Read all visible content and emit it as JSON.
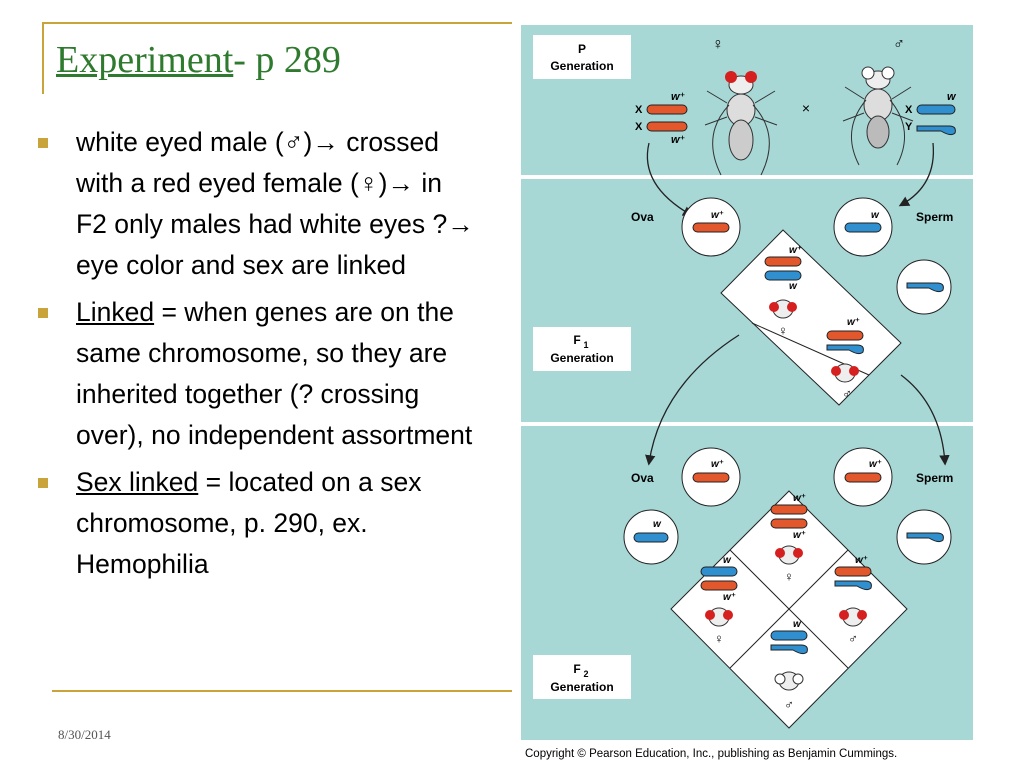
{
  "slide": {
    "title_main": "Experiment",
    "title_rest": "- p 289",
    "bullets": [
      {
        "underlined": "",
        "text": "white eyed male (♂)→ crossed with a red eyed female (♀)→ in F2 only males had white eyes ?→ eye color and sex are linked"
      },
      {
        "underlined": "Linked",
        "text": " = when genes are on the same chromosome, so they are inherited together (? crossing over), no independent assortment"
      },
      {
        "underlined": "Sex linked",
        "text": " = located on a sex chromosome, p. 290, ex. Hemophilia"
      }
    ],
    "date": "8/30/2014"
  },
  "figure": {
    "generations": {
      "p_line1": "P",
      "p_line2": "Generation",
      "f1_line1": "F",
      "f1_sub": "1",
      "f1_line2": "Generation",
      "f2_line1": "F",
      "f2_sub": "2",
      "f2_line2": "Generation"
    },
    "female_symbol": "♀",
    "male_symbol": "♂",
    "cross_symbol": "×",
    "chrom_x": "X",
    "chrom_y": "Y",
    "allele_wild": "w⁺",
    "allele_white": "w",
    "ova": "Ova",
    "sperm": "Sperm",
    "colors": {
      "background": "#a7d8d6",
      "red_chromosome": "#e3572c",
      "blue_chromosome": "#2f8fcf",
      "red_eye": "#d61f1f",
      "accent_gold": "#c8a43a",
      "title_green": "#2e7a2e"
    },
    "copyright": "Copyright © Pearson Education, Inc., publishing as Benjamin Cummings."
  }
}
